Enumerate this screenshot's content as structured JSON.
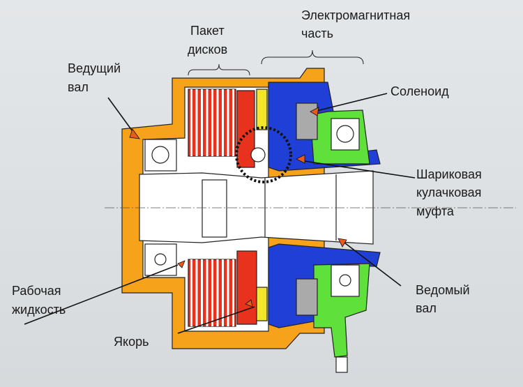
{
  "labels": {
    "electromagnetic": [
      "Электромагнитная",
      "часть"
    ],
    "disc_pack": [
      "Пакет",
      "дисков"
    ],
    "drive_shaft": [
      "Ведущий",
      "вал"
    ],
    "solenoid": "Соленоид",
    "ball_cam": [
      "Шариковая",
      "кулачковая",
      "муфта"
    ],
    "working_fluid": [
      "Рабочая",
      "жидкость"
    ],
    "driven_shaft": [
      "Ведомый",
      "вал"
    ],
    "armature": "Якорь"
  },
  "colors": {
    "housing": "#f7a21b",
    "discs": "#e8321e",
    "armature": "#f2e52a",
    "magnet": "#1f3fd6",
    "bearing_carrier": "#5fe03a",
    "arrow": "#e85a1e"
  }
}
